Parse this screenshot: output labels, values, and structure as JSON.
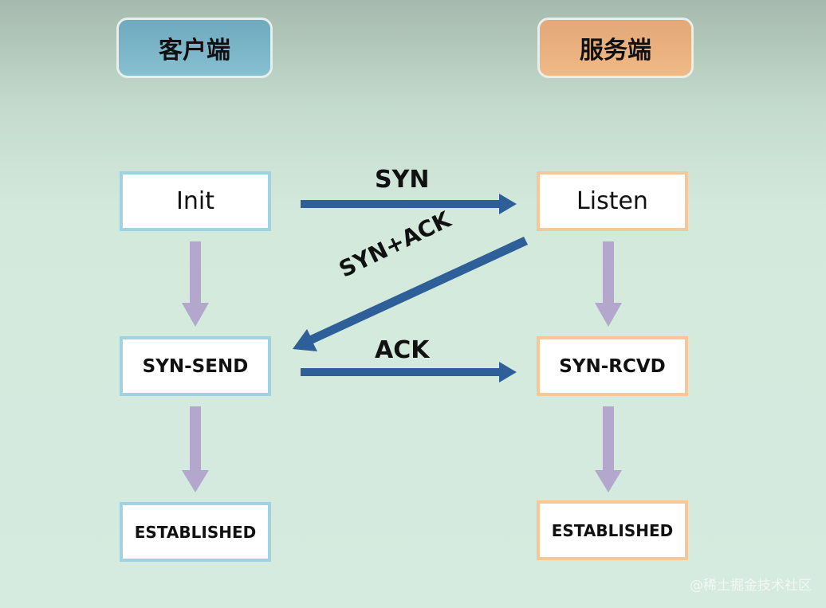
{
  "headers": {
    "client": "客户端",
    "server": "服务端"
  },
  "client_states": [
    "Init",
    "SYN-SEND",
    "ESTABLISHED"
  ],
  "server_states": [
    "Listen",
    "SYN-RCVD",
    "ESTABLISHED"
  ],
  "messages": {
    "syn": "SYN",
    "syn_ack": "SYN+ACK",
    "ack": "ACK"
  },
  "watermark": "@稀土掘金技术社区",
  "colors": {
    "client": "#7fb8c9",
    "server": "#eeb482",
    "message_arrow": "#2f5f98",
    "state_arrow": "#b4a7cd"
  }
}
